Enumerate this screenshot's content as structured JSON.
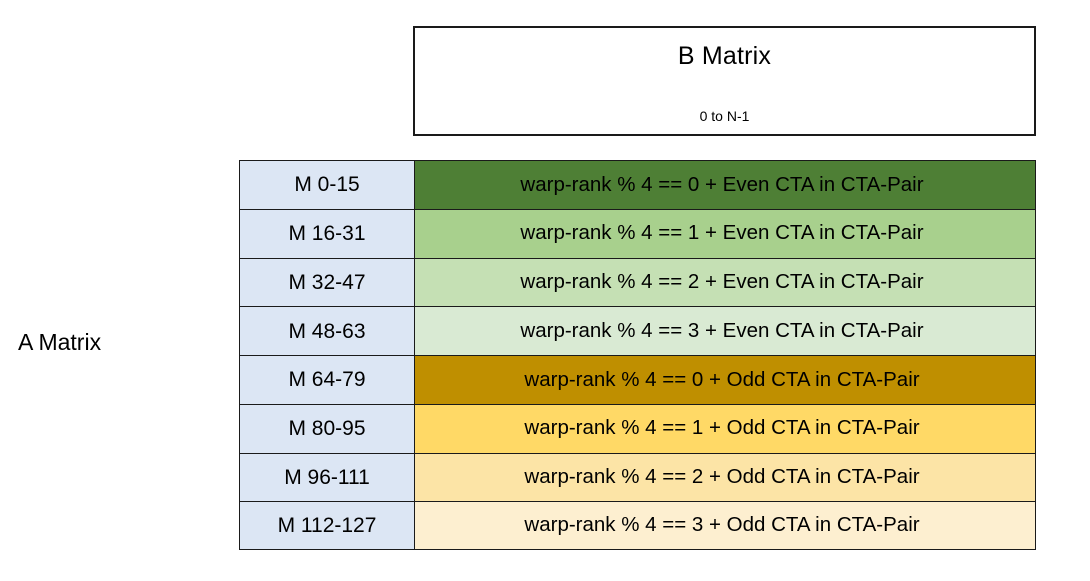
{
  "diagram": {
    "a_matrix_label": "A Matrix",
    "b_matrix": {
      "title": "B Matrix",
      "subtitle": "0 to N-1"
    },
    "colors": {
      "row_label_bg": "#dce6f4",
      "border": "#1a1a1a",
      "green_1": "#4e7f35",
      "green_2": "#a8d08d",
      "green_3": "#c5e0b4",
      "green_4": "#d9ead3",
      "orange_1": "#bf8f00",
      "orange_2": "#ffd966",
      "orange_3": "#fce4a6",
      "orange_4": "#fdefd0"
    },
    "rows": [
      {
        "label": "M 0-15",
        "desc": "warp-rank % 4 == 0  + Even CTA in CTA-Pair",
        "color": "#4e7f35"
      },
      {
        "label": "M 16-31",
        "desc": "warp-rank % 4 == 1  + Even CTA in CTA-Pair",
        "color": "#a8d08d"
      },
      {
        "label": "M 32-47",
        "desc": "warp-rank % 4 == 2  + Even CTA in CTA-Pair",
        "color": "#c5e0b4"
      },
      {
        "label": "M 48-63",
        "desc": "warp-rank % 4 == 3  + Even CTA in CTA-Pair",
        "color": "#d9ead3"
      },
      {
        "label": "M 64-79",
        "desc": "warp-rank % 4 == 0  + Odd CTA in CTA-Pair",
        "color": "#bf8f00"
      },
      {
        "label": "M 80-95",
        "desc": "warp-rank % 4 == 1  + Odd CTA in CTA-Pair",
        "color": "#ffd966"
      },
      {
        "label": "M 96-111",
        "desc": "warp-rank % 4 == 2  + Odd CTA in CTA-Pair",
        "color": "#fce4a6"
      },
      {
        "label": "M 112-127",
        "desc": "warp-rank % 4 == 3  + Odd CTA in CTA-Pair",
        "color": "#fdefd0"
      }
    ]
  }
}
